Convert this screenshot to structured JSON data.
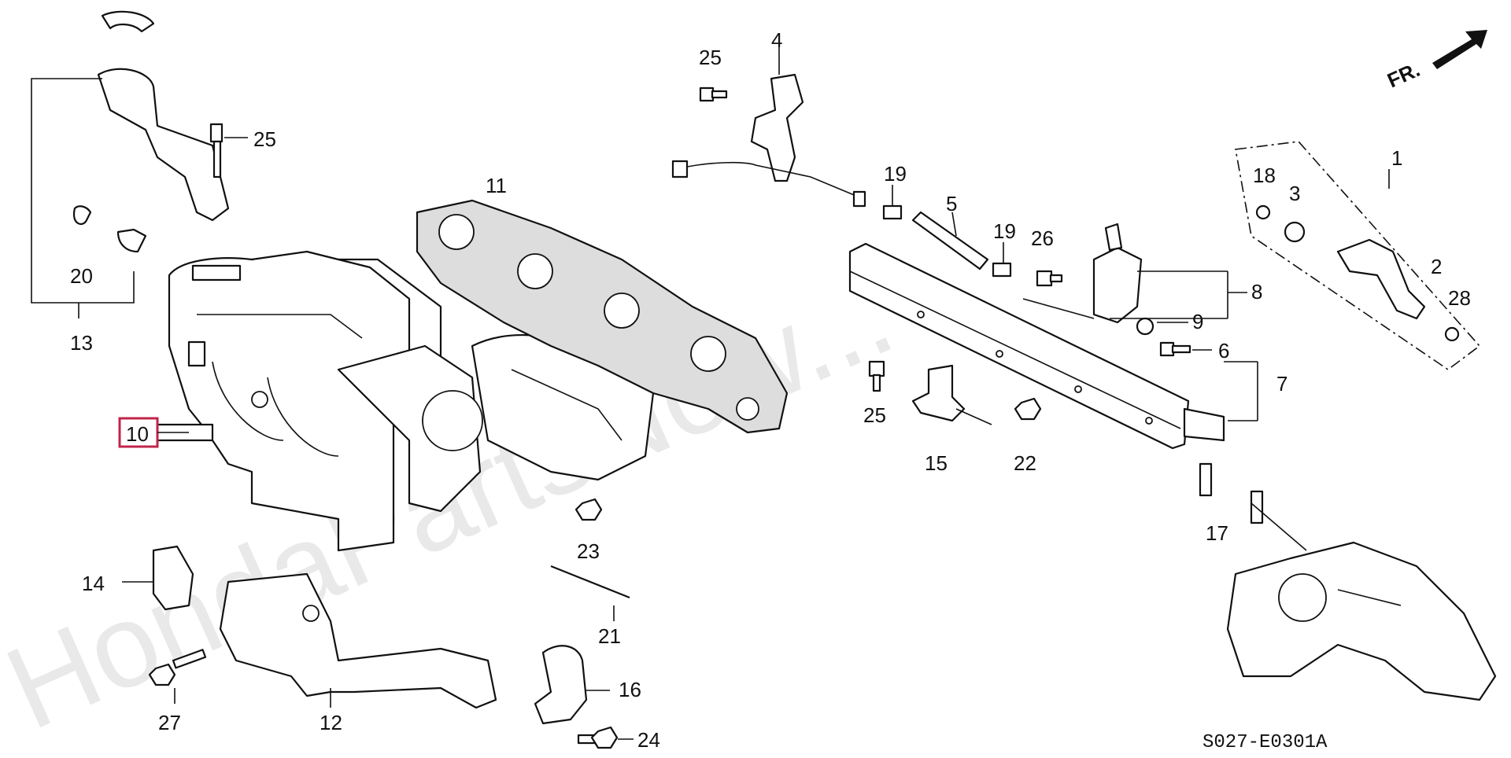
{
  "watermark": "HondaPartsNow...",
  "diagram_code": "S027-E0301A",
  "direction_label": "FR.",
  "highlight_color": "#c0244a",
  "parts": {
    "p1": "1",
    "p2": "2",
    "p3": "3",
    "p4": "4",
    "p5": "5",
    "p6": "6",
    "p7": "7",
    "p8": "8",
    "p9": "9",
    "p10": "10",
    "p11": "11",
    "p12": "12",
    "p13": "13",
    "p14": "14",
    "p15": "15",
    "p16": "16",
    "p17": "17",
    "p18": "18",
    "p19a": "19",
    "p19b": "19",
    "p20": "20",
    "p21": "21",
    "p22": "22",
    "p23": "23",
    "p24": "24",
    "p25a": "25",
    "p25b": "25",
    "p25c": "25",
    "p26": "26",
    "p27": "27",
    "p28": "28"
  },
  "selected_part": "10"
}
